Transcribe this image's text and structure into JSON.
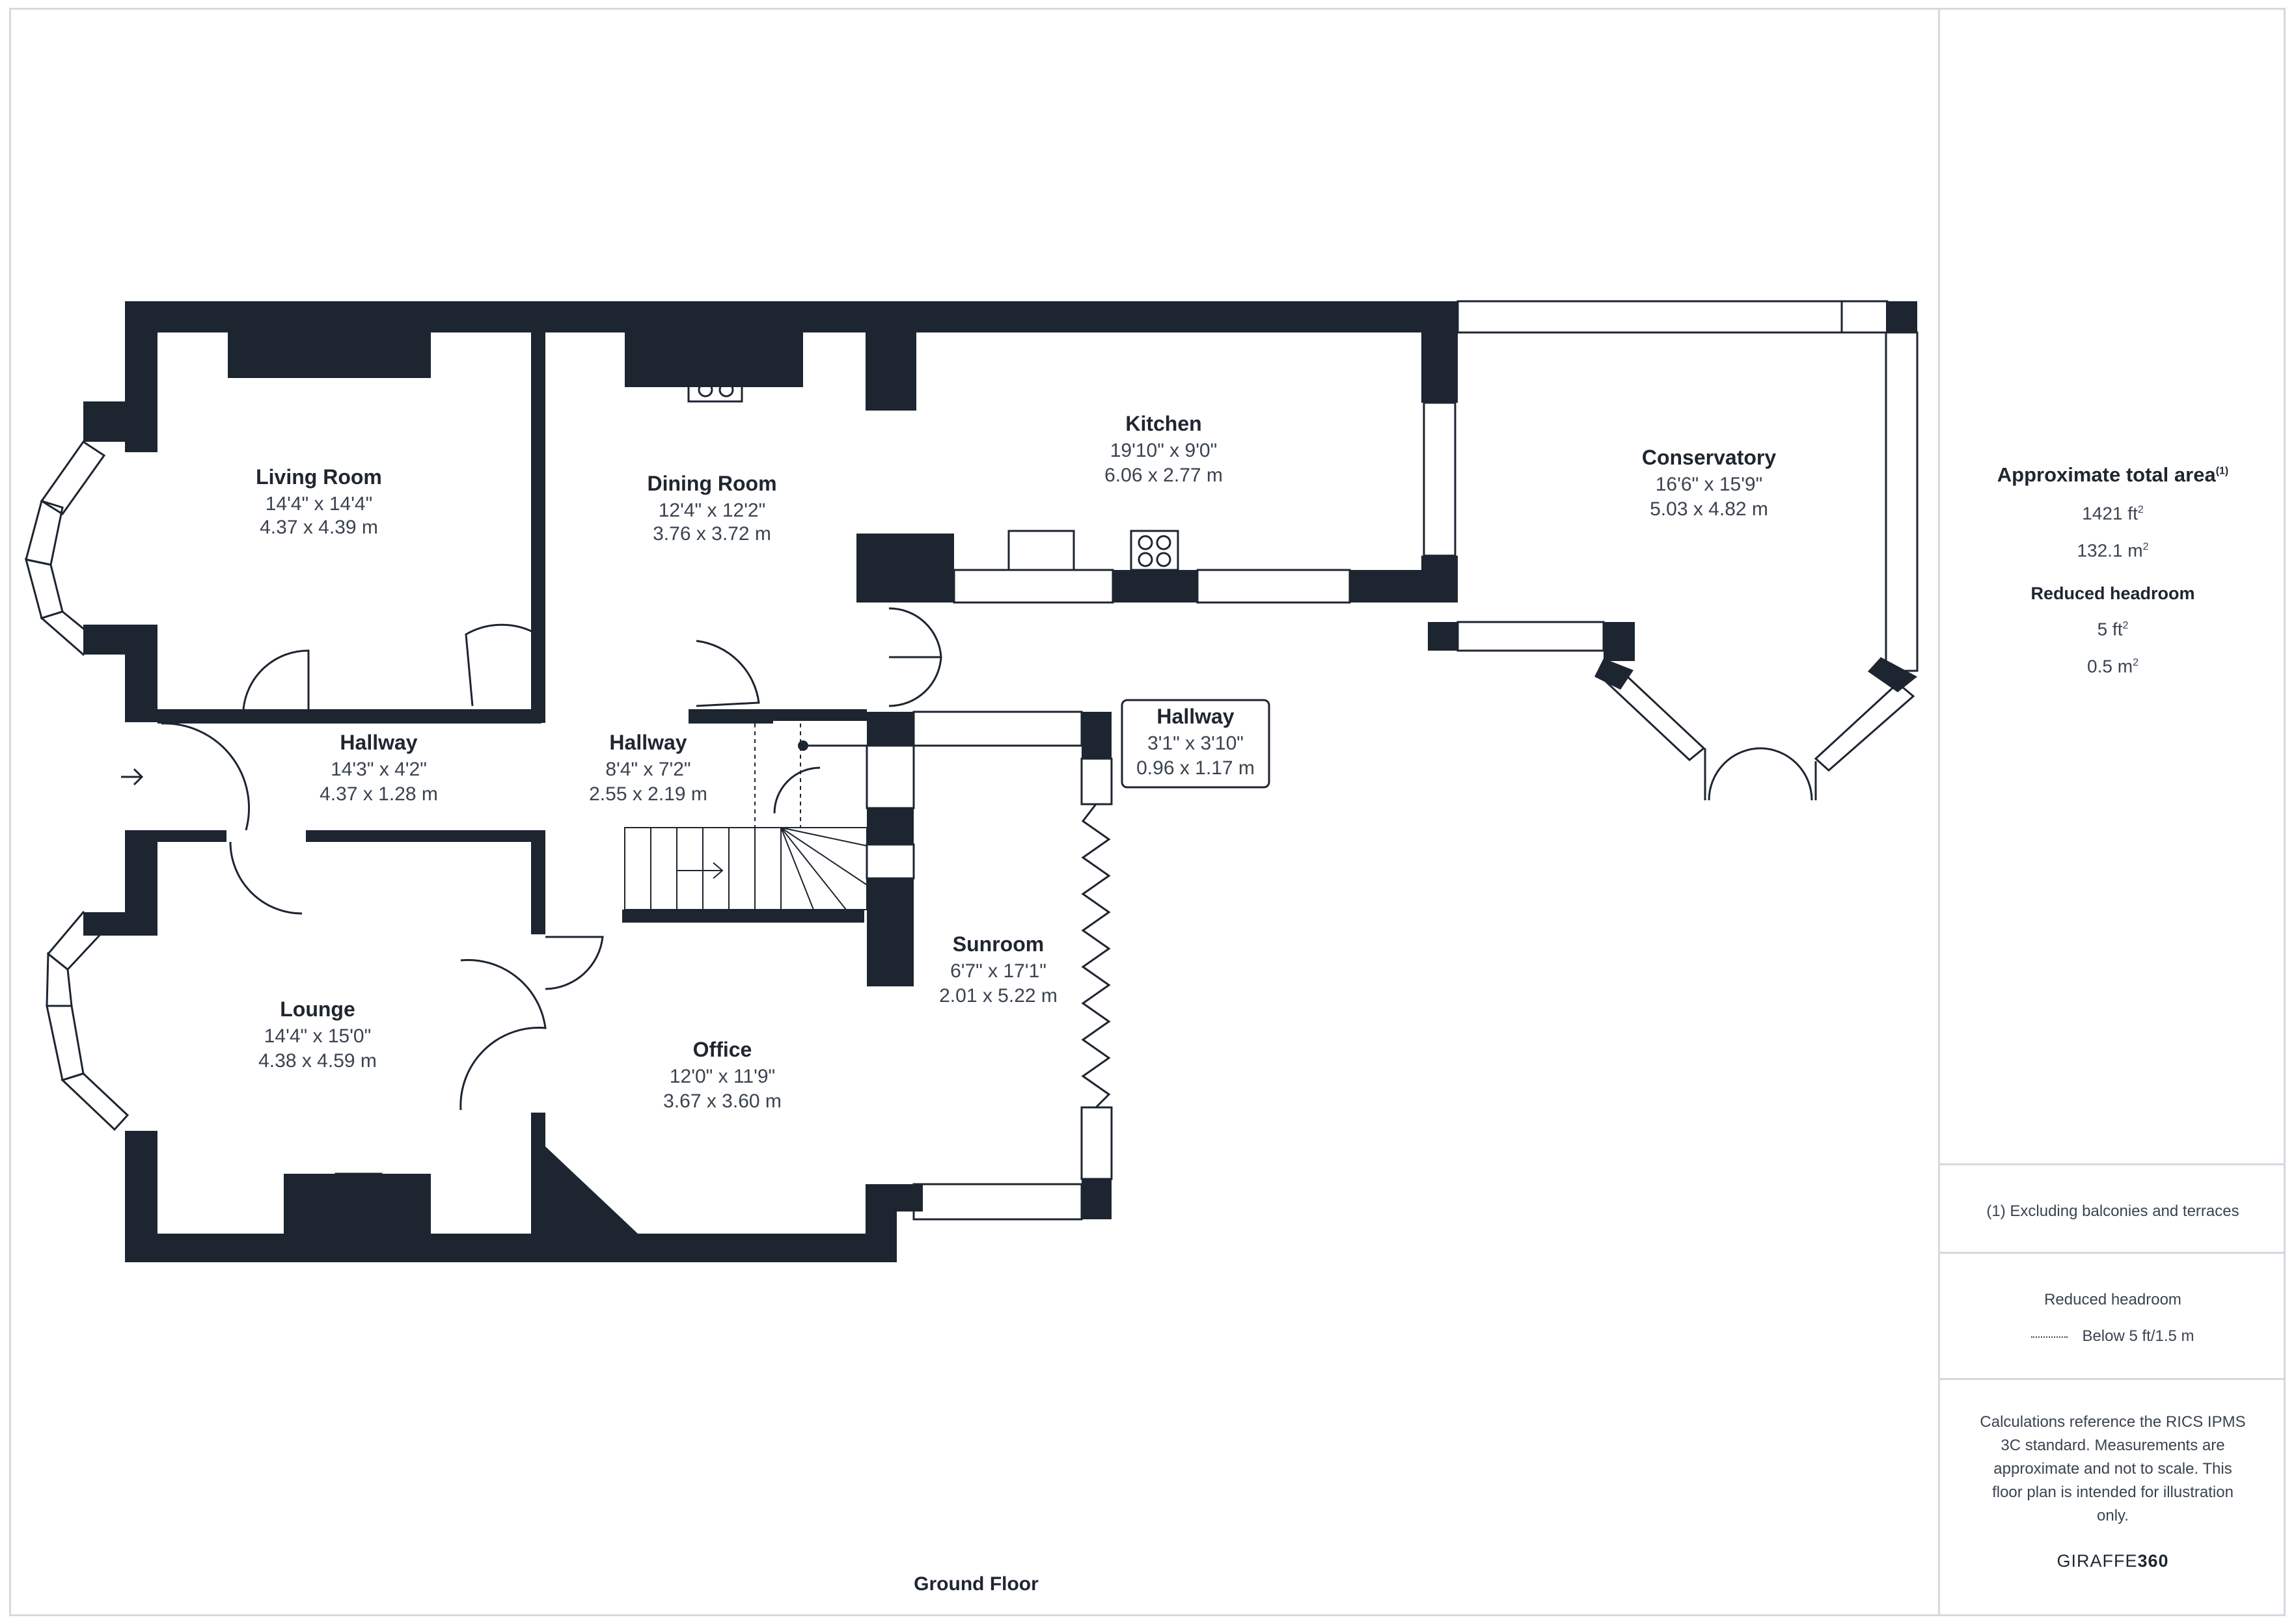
{
  "rooms": {
    "living_room": {
      "name": "Living Room",
      "imperial": "14'4\" x 14'4\"",
      "metric": "4.37 x 4.39 m"
    },
    "dining_room": {
      "name": "Dining Room",
      "imperial": "12'4\" x 12'2\"",
      "metric": "3.76 x 3.72 m"
    },
    "kitchen": {
      "name": "Kitchen",
      "imperial": "19'10\" x 9'0\"",
      "metric": "6.06 x 2.77 m"
    },
    "conservatory": {
      "name": "Conservatory",
      "imperial": "16'6\" x 15'9\"",
      "metric": "5.03 x 4.82 m"
    },
    "hallway_1": {
      "name": "Hallway",
      "imperial": "14'3\" x 4'2\"",
      "metric": "4.37 x 1.28 m"
    },
    "hallway_2": {
      "name": "Hallway",
      "imperial": "8'4\" x 7'2\"",
      "metric": "2.55 x 2.19 m"
    },
    "hallway_3": {
      "name": "Hallway",
      "imperial": "3'1\" x 3'10\"",
      "metric": "0.96 x 1.17 m"
    },
    "lounge": {
      "name": "Lounge",
      "imperial": "14'4\" x 15'0\"",
      "metric": "4.38 x 4.59 m"
    },
    "office": {
      "name": "Office",
      "imperial": "12'0\" x 11'9\"",
      "metric": "3.67 x 3.60 m"
    },
    "sunroom": {
      "name": "Sunroom",
      "imperial": "6'7\" x 17'1\"",
      "metric": "2.01 x 5.22 m"
    }
  },
  "floor_label": "Ground Floor",
  "sidebar": {
    "area_title": "Approximate total area",
    "area_footnote_mark": "(1)",
    "area_ft": "1421 ft",
    "area_m": "132.1 m",
    "reduced_headroom_title": "Reduced headroom",
    "reduced_ft": "5 ft",
    "reduced_m": "0.5 m",
    "footnote": "(1) Excluding balconies and terraces",
    "legend_title": "Reduced headroom",
    "legend_item": "Below 5 ft/1.5 m",
    "calc_note": "Calculations reference the RICS IPMS 3C standard. Measurements are approximate and not to scale. This floor plan is intended for illustration only.",
    "brand_light": "GIRAFFE",
    "brand_bold": "360"
  },
  "colors": {
    "wall": "#1c2530",
    "text": "#1f2630",
    "border": "#d5d9de"
  }
}
